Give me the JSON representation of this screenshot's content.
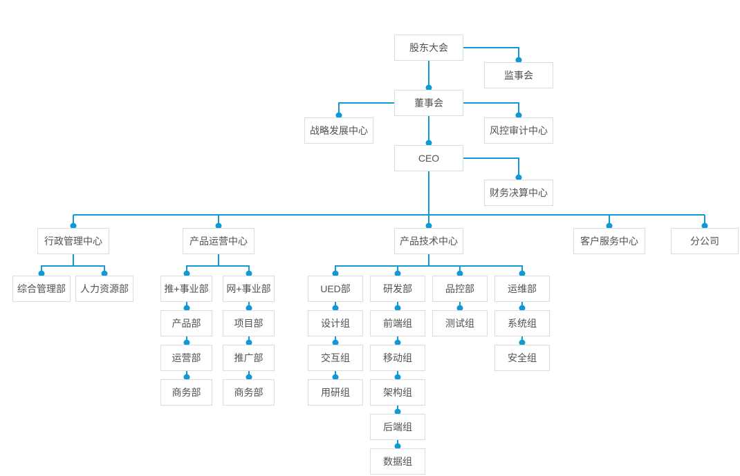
{
  "theme": {
    "line_color": "#1199d6",
    "node_border_color": "#dcdcdc",
    "node_background": "#ffffff",
    "node_text_color": "#515151",
    "canvas_background": "#ffffff"
  },
  "org": {
    "shareholders": {
      "label": "股东大会"
    },
    "supervisory": {
      "label": "监事会"
    },
    "board": {
      "label": "董事会"
    },
    "strategy": {
      "label": "战略发展中心"
    },
    "risk_audit": {
      "label": "风控审计中心"
    },
    "ceo": {
      "label": "CEO"
    },
    "finance": {
      "label": "财务决算中心"
    },
    "centers": [
      {
        "label": "行政管理中心",
        "departments": [
          {
            "label": "综合管理部",
            "children": []
          },
          {
            "label": "人力资源部",
            "children": []
          }
        ]
      },
      {
        "label": "产品运营中心",
        "departments": [
          {
            "label": "推+事业部",
            "children": [
              "产品部",
              "运营部",
              "商务部"
            ]
          },
          {
            "label": "网+事业部",
            "children": [
              "项目部",
              "推广部",
              "商务部"
            ]
          }
        ]
      },
      {
        "label": "产品技术中心",
        "departments": [
          {
            "label": "UED部",
            "children": [
              "设计组",
              "交互组",
              "用研组"
            ]
          },
          {
            "label": "研发部",
            "children": [
              "前端组",
              "移动组",
              "架构组",
              "后端组",
              "数据组"
            ]
          },
          {
            "label": "品控部",
            "children": [
              "测试组"
            ]
          },
          {
            "label": "运维部",
            "children": [
              "系统组",
              "安全组"
            ]
          }
        ]
      },
      {
        "label": "客户服务中心",
        "departments": []
      },
      {
        "label": "分公司",
        "departments": []
      }
    ]
  }
}
